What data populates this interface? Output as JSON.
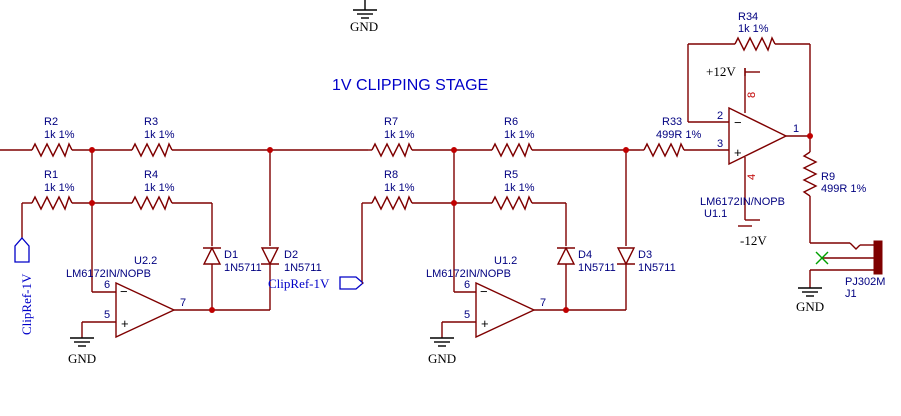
{
  "title": "1V CLIPPING STAGE",
  "gnd_label": "GND",
  "resistors": {
    "R1": {
      "ref": "R1",
      "value": "1k 1%"
    },
    "R2": {
      "ref": "R2",
      "value": "1k 1%"
    },
    "R3": {
      "ref": "R3",
      "value": "1k 1%"
    },
    "R4": {
      "ref": "R4",
      "value": "1k 1%"
    },
    "R5": {
      "ref": "R5",
      "value": "1k 1%"
    },
    "R6": {
      "ref": "R6",
      "value": "1k 1%"
    },
    "R7": {
      "ref": "R7",
      "value": "1k 1%"
    },
    "R8": {
      "ref": "R8",
      "value": "1k 1%"
    },
    "R9": {
      "ref": "R9",
      "value": "499R 1%"
    },
    "R33": {
      "ref": "R33",
      "value": "499R 1%"
    },
    "R34": {
      "ref": "R34",
      "value": "1k 1%"
    }
  },
  "diodes": {
    "D1": {
      "ref": "D1",
      "value": "1N5711"
    },
    "D2": {
      "ref": "D2",
      "value": "1N5711"
    },
    "D3": {
      "ref": "D3",
      "value": "1N5711"
    },
    "D4": {
      "ref": "D4",
      "value": "1N5711"
    }
  },
  "opamps": {
    "U22": {
      "ref": "U2.2",
      "part": "LM6172IN/NOPB",
      "pin_out": "7",
      "pin_inv": "6",
      "pin_noninv": "5"
    },
    "U12": {
      "ref": "U1.2",
      "part": "LM6172IN/NOPB",
      "pin_out": "7",
      "pin_inv": "6",
      "pin_noninv": "5"
    },
    "U11": {
      "ref": "U1.1",
      "part": "LM6172IN/NOPB",
      "pin_out": "1",
      "pin_inv": "2",
      "pin_noninv": "3",
      "pin_vpos": "8",
      "pin_vneg": "4"
    }
  },
  "power": {
    "pos": "+12V",
    "neg": "-12V"
  },
  "ports": {
    "clipref_left": "ClipRef-1V",
    "clipref_mid": "ClipRef-1V"
  },
  "connector": {
    "part": "PJ302M",
    "ref": "J1"
  }
}
